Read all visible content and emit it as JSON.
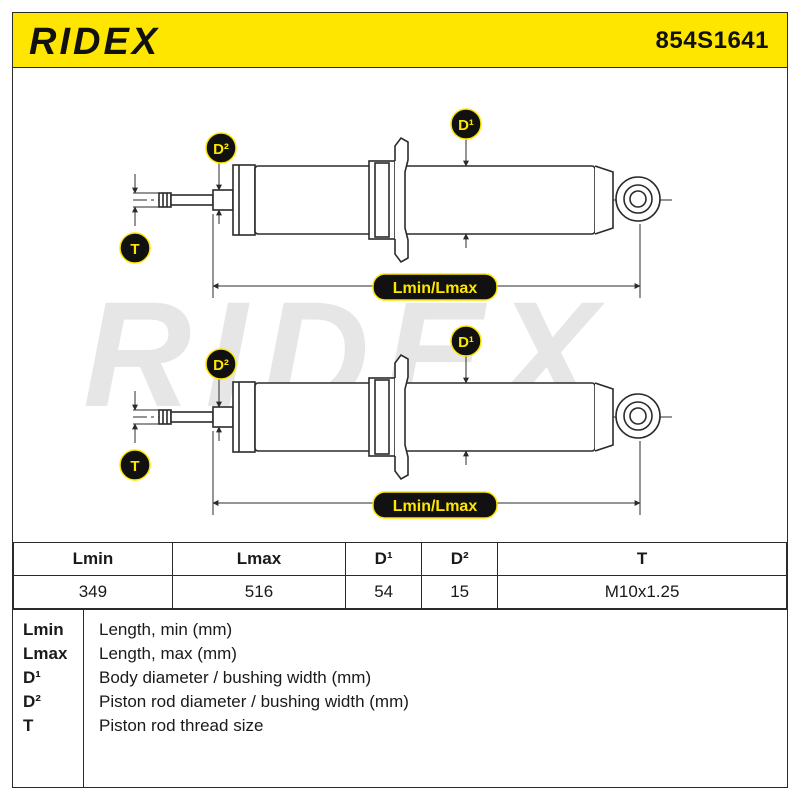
{
  "header": {
    "brand": "RIDEX",
    "part_number": "854S1641"
  },
  "diagram_labels": {
    "d1": "D¹",
    "d2": "D²",
    "t": "T",
    "length": "Lmin/Lmax"
  },
  "watermark": "RIDEX",
  "specs": {
    "headers": [
      "Lmin",
      "Lmax",
      "D¹",
      "D²",
      "T"
    ],
    "values": [
      "349",
      "516",
      "54",
      "15",
      "M10x1.25"
    ]
  },
  "legend": [
    {
      "key": "Lmin",
      "desc": "Length, min (mm)"
    },
    {
      "key": "Lmax",
      "desc": "Length, max (mm)"
    },
    {
      "key": "D¹",
      "desc": "Body diameter / bushing width (mm)"
    },
    {
      "key": "D²",
      "desc": "Piston rod diameter / bushing width (mm)"
    },
    {
      "key": "T",
      "desc": "Piston rod thread size"
    }
  ],
  "colors": {
    "accent": "#ffe600",
    "line": "#2b2b2b",
    "watermark": "#e6e6e6"
  }
}
